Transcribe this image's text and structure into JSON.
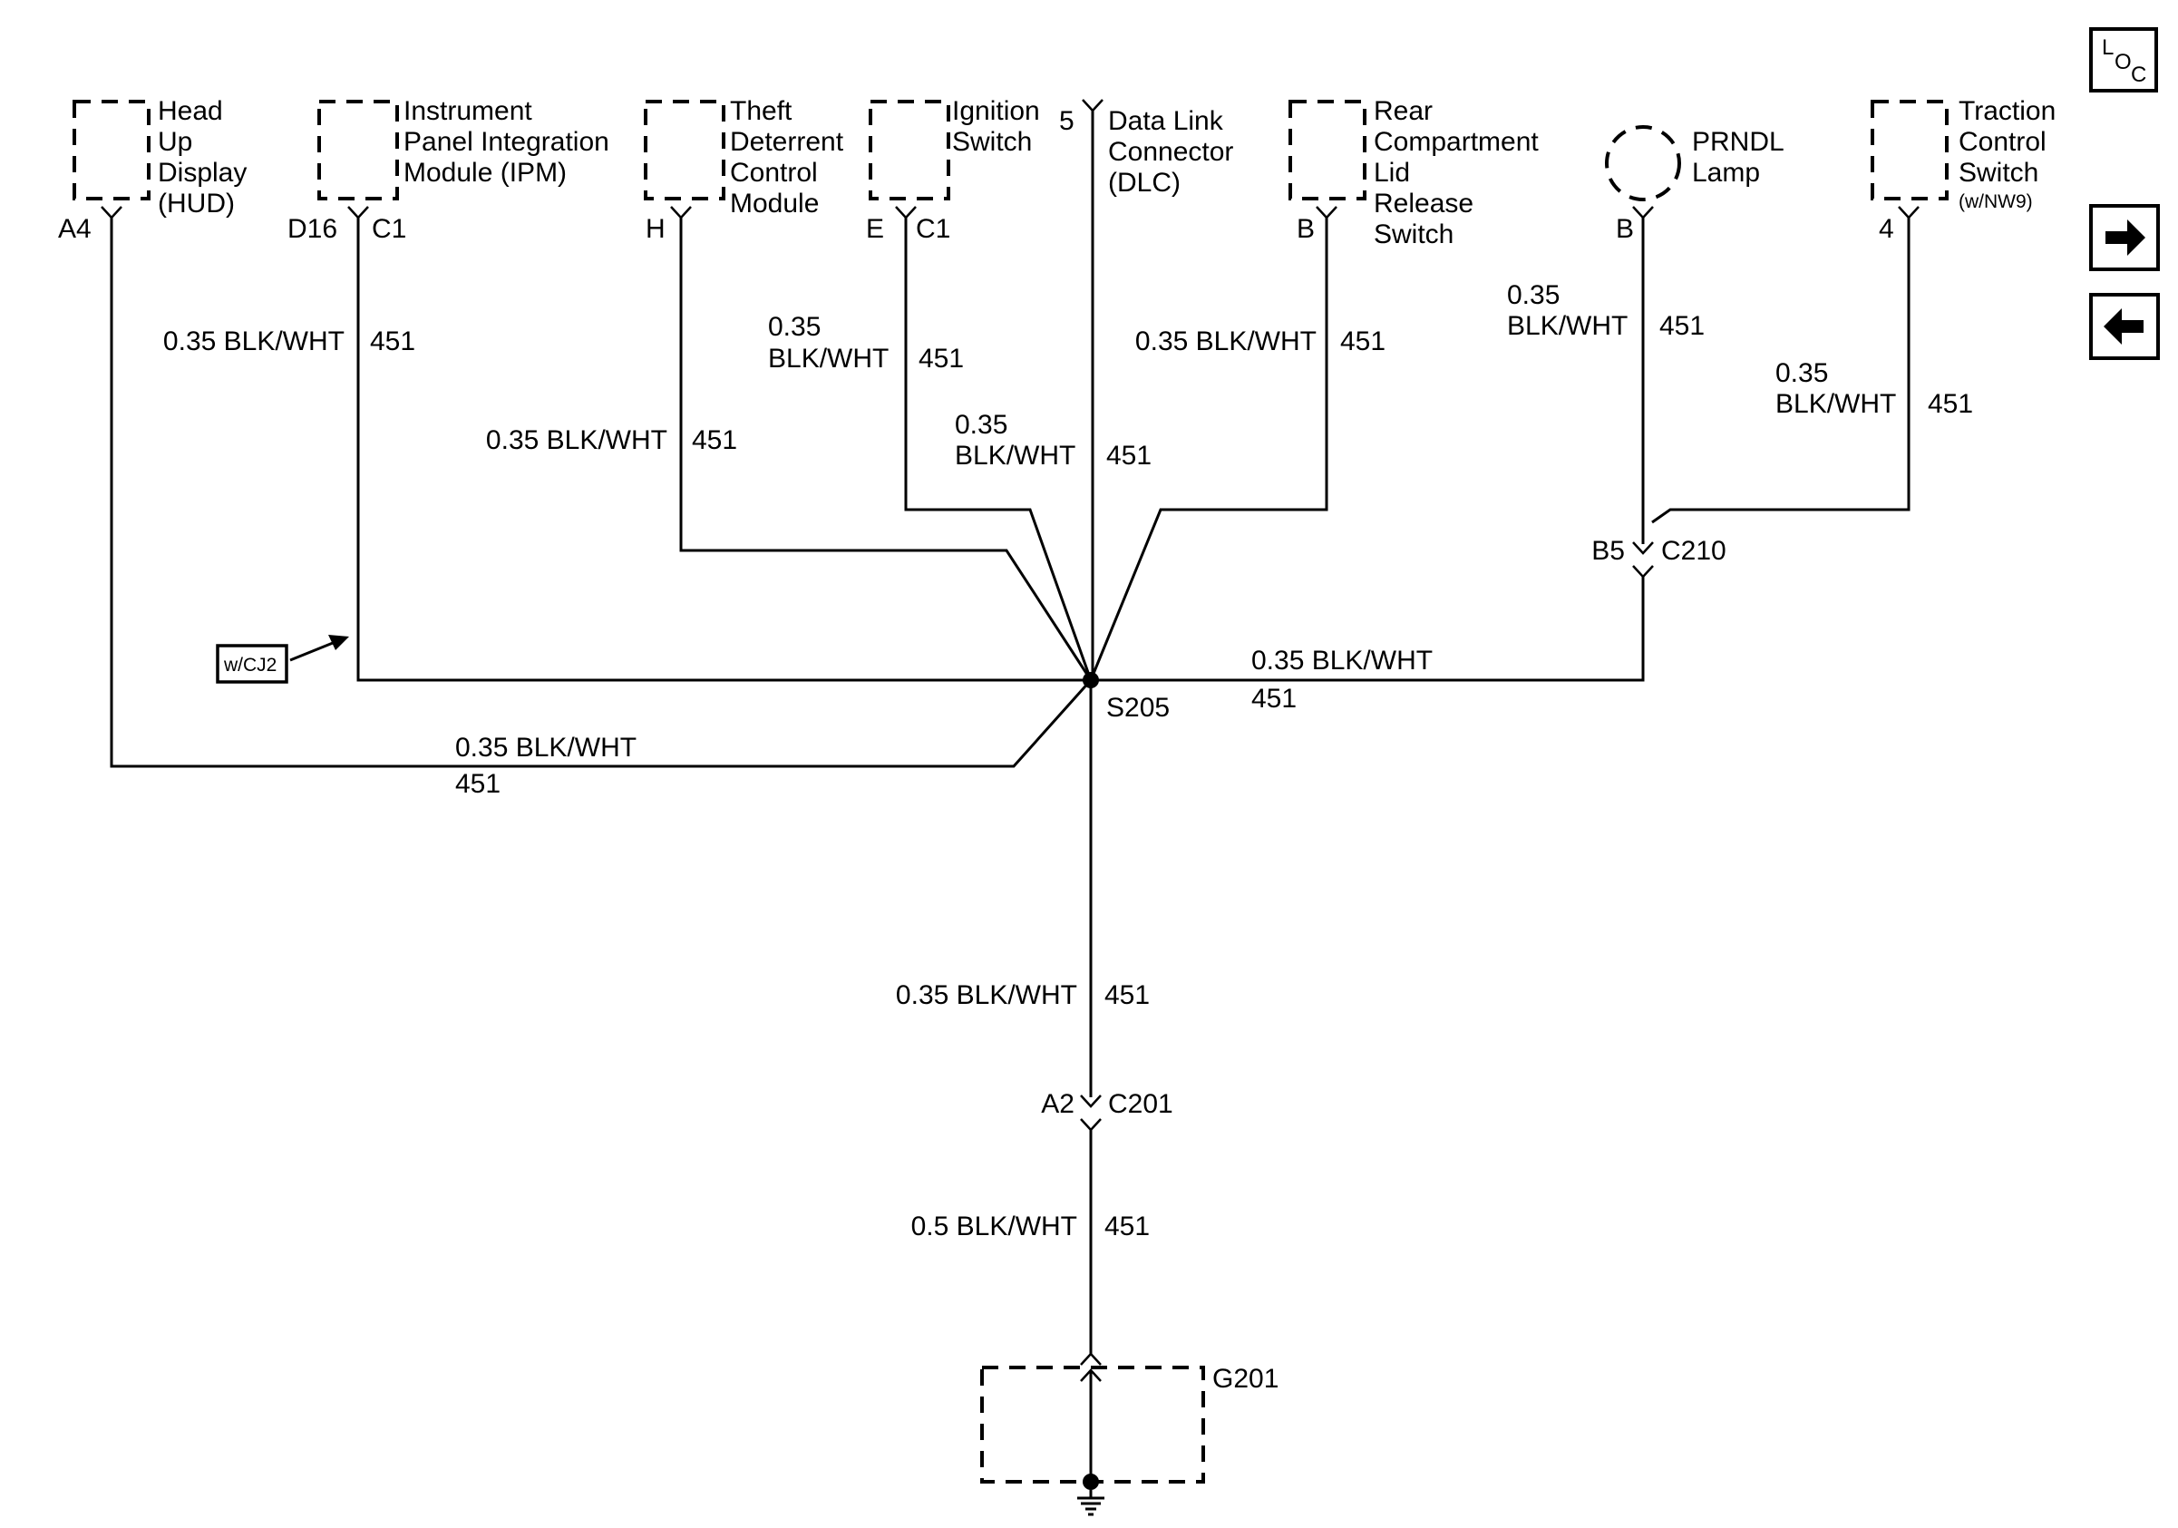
{
  "components": {
    "hud": [
      "Head",
      "Up",
      "Display",
      "(HUD)"
    ],
    "ipm": [
      "Instrument",
      "Panel Integration",
      "Module (IPM)"
    ],
    "theft": [
      "Theft",
      "Deterrent",
      "Control",
      "Module"
    ],
    "ignition": [
      "Ignition",
      "Switch"
    ],
    "dlc": [
      "Data Link",
      "Connector",
      "(DLC)"
    ],
    "rear": [
      "Rear",
      "Compartment",
      "Lid",
      "Release",
      "Switch"
    ],
    "prndl": [
      "PRNDL",
      "Lamp"
    ],
    "traction": [
      "Traction",
      "Control",
      "Switch"
    ],
    "traction_option": "(w/NW9)"
  },
  "pins": {
    "hud": "A4",
    "ipm_pin": "D16",
    "ipm_conn": "C1",
    "theft": "H",
    "ign_pin": "E",
    "ign_conn": "C1",
    "dlc": "5",
    "rear": "B",
    "prndl": "B",
    "traction": "4"
  },
  "wires": {
    "gauge": "0.35",
    "color": "BLK/WHT",
    "full": "0.35 BLK/WHT",
    "ground_full": "0.5 BLK/WHT",
    "circuit": "451"
  },
  "option_tag": "w/CJ2",
  "splice": "S205",
  "connectors": {
    "c210_pin": "B5",
    "c210": "C210",
    "c201_pin": "A2",
    "c201": "C201"
  },
  "ground": "G201",
  "loc_icon": {
    "l": "L",
    "o": "O",
    "c": "C"
  }
}
